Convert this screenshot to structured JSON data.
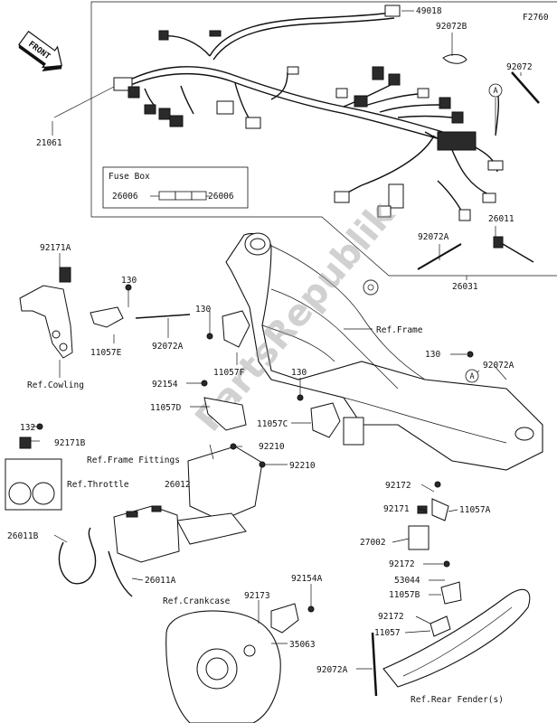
{
  "diagram_code": "F2760",
  "front_label": "FRONT",
  "fuse_box": {
    "title": "Fuse Box",
    "left_part": "26006",
    "right_part": "26006"
  },
  "watermark": "PartsRepublik",
  "parts": {
    "p49018": "49018",
    "p92072B": "92072B",
    "p92072_top": "92072",
    "pA_top": "A",
    "p21061": "21061",
    "p26011": "26011",
    "p92072A_mid": "92072A",
    "p26031": "26031",
    "p92171A": "92171A",
    "p130_a": "130",
    "p130_b": "130",
    "p130_c": "130",
    "p130_d": "130",
    "p11057E": "11057E",
    "p92072A_left": "92072A",
    "ref_frame": "Ref.Frame",
    "ref_cowling": "Ref.Cowling",
    "p11057F": "11057F",
    "p92154": "92154",
    "p11057D": "11057D",
    "p11057C": "11057C",
    "pA_frame": "A",
    "p92072A_right": "92072A",
    "p132": "132",
    "p92171B": "92171B",
    "ref_frame_fittings": "Ref.Frame Fittings",
    "p92210_a": "92210",
    "p92210_b": "92210",
    "ref_throttle": "Ref.Throttle",
    "p26012": "26012",
    "p26011B": "26011B",
    "p26011A": "26011A",
    "p92172_a": "92172",
    "p92171": "92171",
    "p11057A": "11057A",
    "p27002": "27002",
    "p92172_b": "92172",
    "p53044": "53044",
    "p11057B": "11057B",
    "p92172_c": "92172",
    "p11057": "11057",
    "p92154A": "92154A",
    "p92173": "92173",
    "ref_crankcase": "Ref.Crankcase",
    "p35063": "35063",
    "p92072A_bottom": "92072A",
    "ref_rear_fender": "Ref.Rear Fender(s)"
  }
}
